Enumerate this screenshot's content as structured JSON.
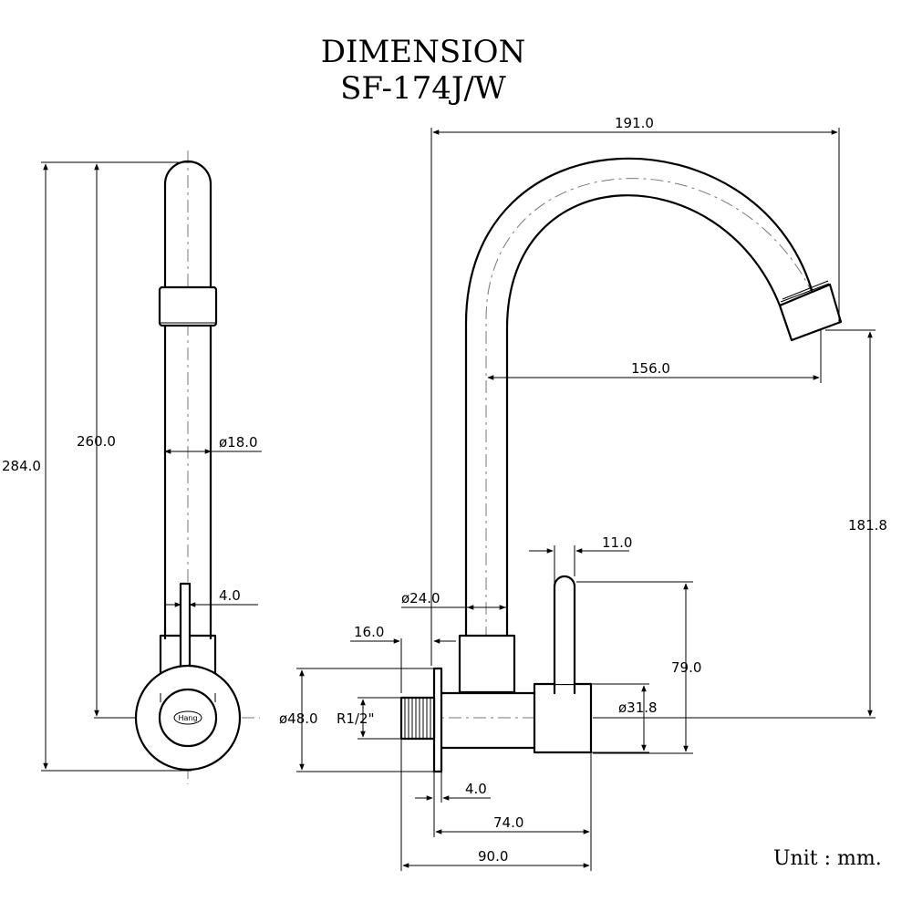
{
  "title": {
    "line1": "DIMENSION",
    "line2": "SF-174J/W"
  },
  "logo": "Hang",
  "unit": "Unit : mm.",
  "dimensions": {
    "height_total": "284.0",
    "height_spout": "260.0",
    "spout_dia": "ø18.0",
    "lever_width": "4.0",
    "overall_width": "191.0",
    "spout_reach": "156.0",
    "spout_height": "181.8",
    "lever_offset": "11.0",
    "pipe_dia": "ø24.0",
    "lever_height": "79.0",
    "flange_thickness": "16.0",
    "flange_dia": "ø48.0",
    "thread": "R1/2\"",
    "body_dia": "ø31.8",
    "plate_thickness": "4.0",
    "body_length": "74.0",
    "total_length": "90.0"
  }
}
